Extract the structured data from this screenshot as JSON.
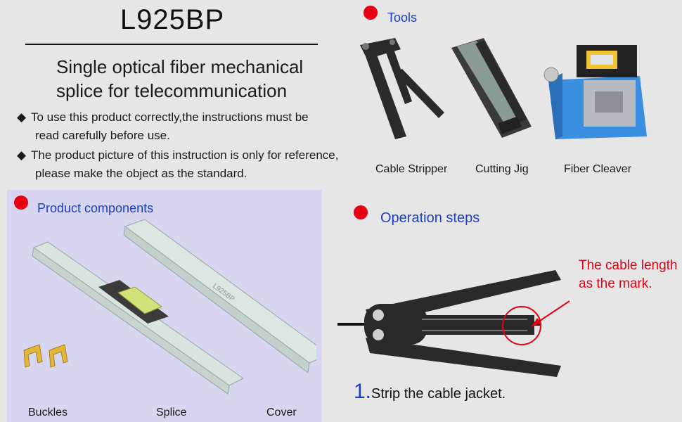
{
  "header": {
    "model": "L925BP",
    "subtitle_line1": "Single optical fiber mechanical",
    "subtitle_line2": "splice for telecommunication"
  },
  "notes": [
    {
      "bullet": "◆",
      "line1": "To use this product correctly,the instructions must be",
      "line2": "read carefully before use."
    },
    {
      "bullet": "◆",
      "line1": "The product picture of this instruction is only for reference,",
      "line2": "please make the object as the standard."
    }
  ],
  "tools": {
    "heading": "Tools",
    "items": [
      "Cable Stripper",
      "Cutting Jig",
      "Fiber Cleaver"
    ]
  },
  "components": {
    "heading": "Product components",
    "items": [
      "Buckles",
      "Splice",
      "Cover"
    ],
    "part_marking": "L925BP"
  },
  "operation": {
    "heading": "Operation steps",
    "step_number": "1.",
    "step_text": "Strip the cable jacket.",
    "mark_note_line1": "The cable length",
    "mark_note_line2": "as the mark."
  },
  "colors": {
    "accent_red": "#e60012",
    "heading_blue": "#1a3fc7",
    "panel_lavender": "#d7d5f0",
    "cleaver_blue": "#3b8fe0"
  }
}
